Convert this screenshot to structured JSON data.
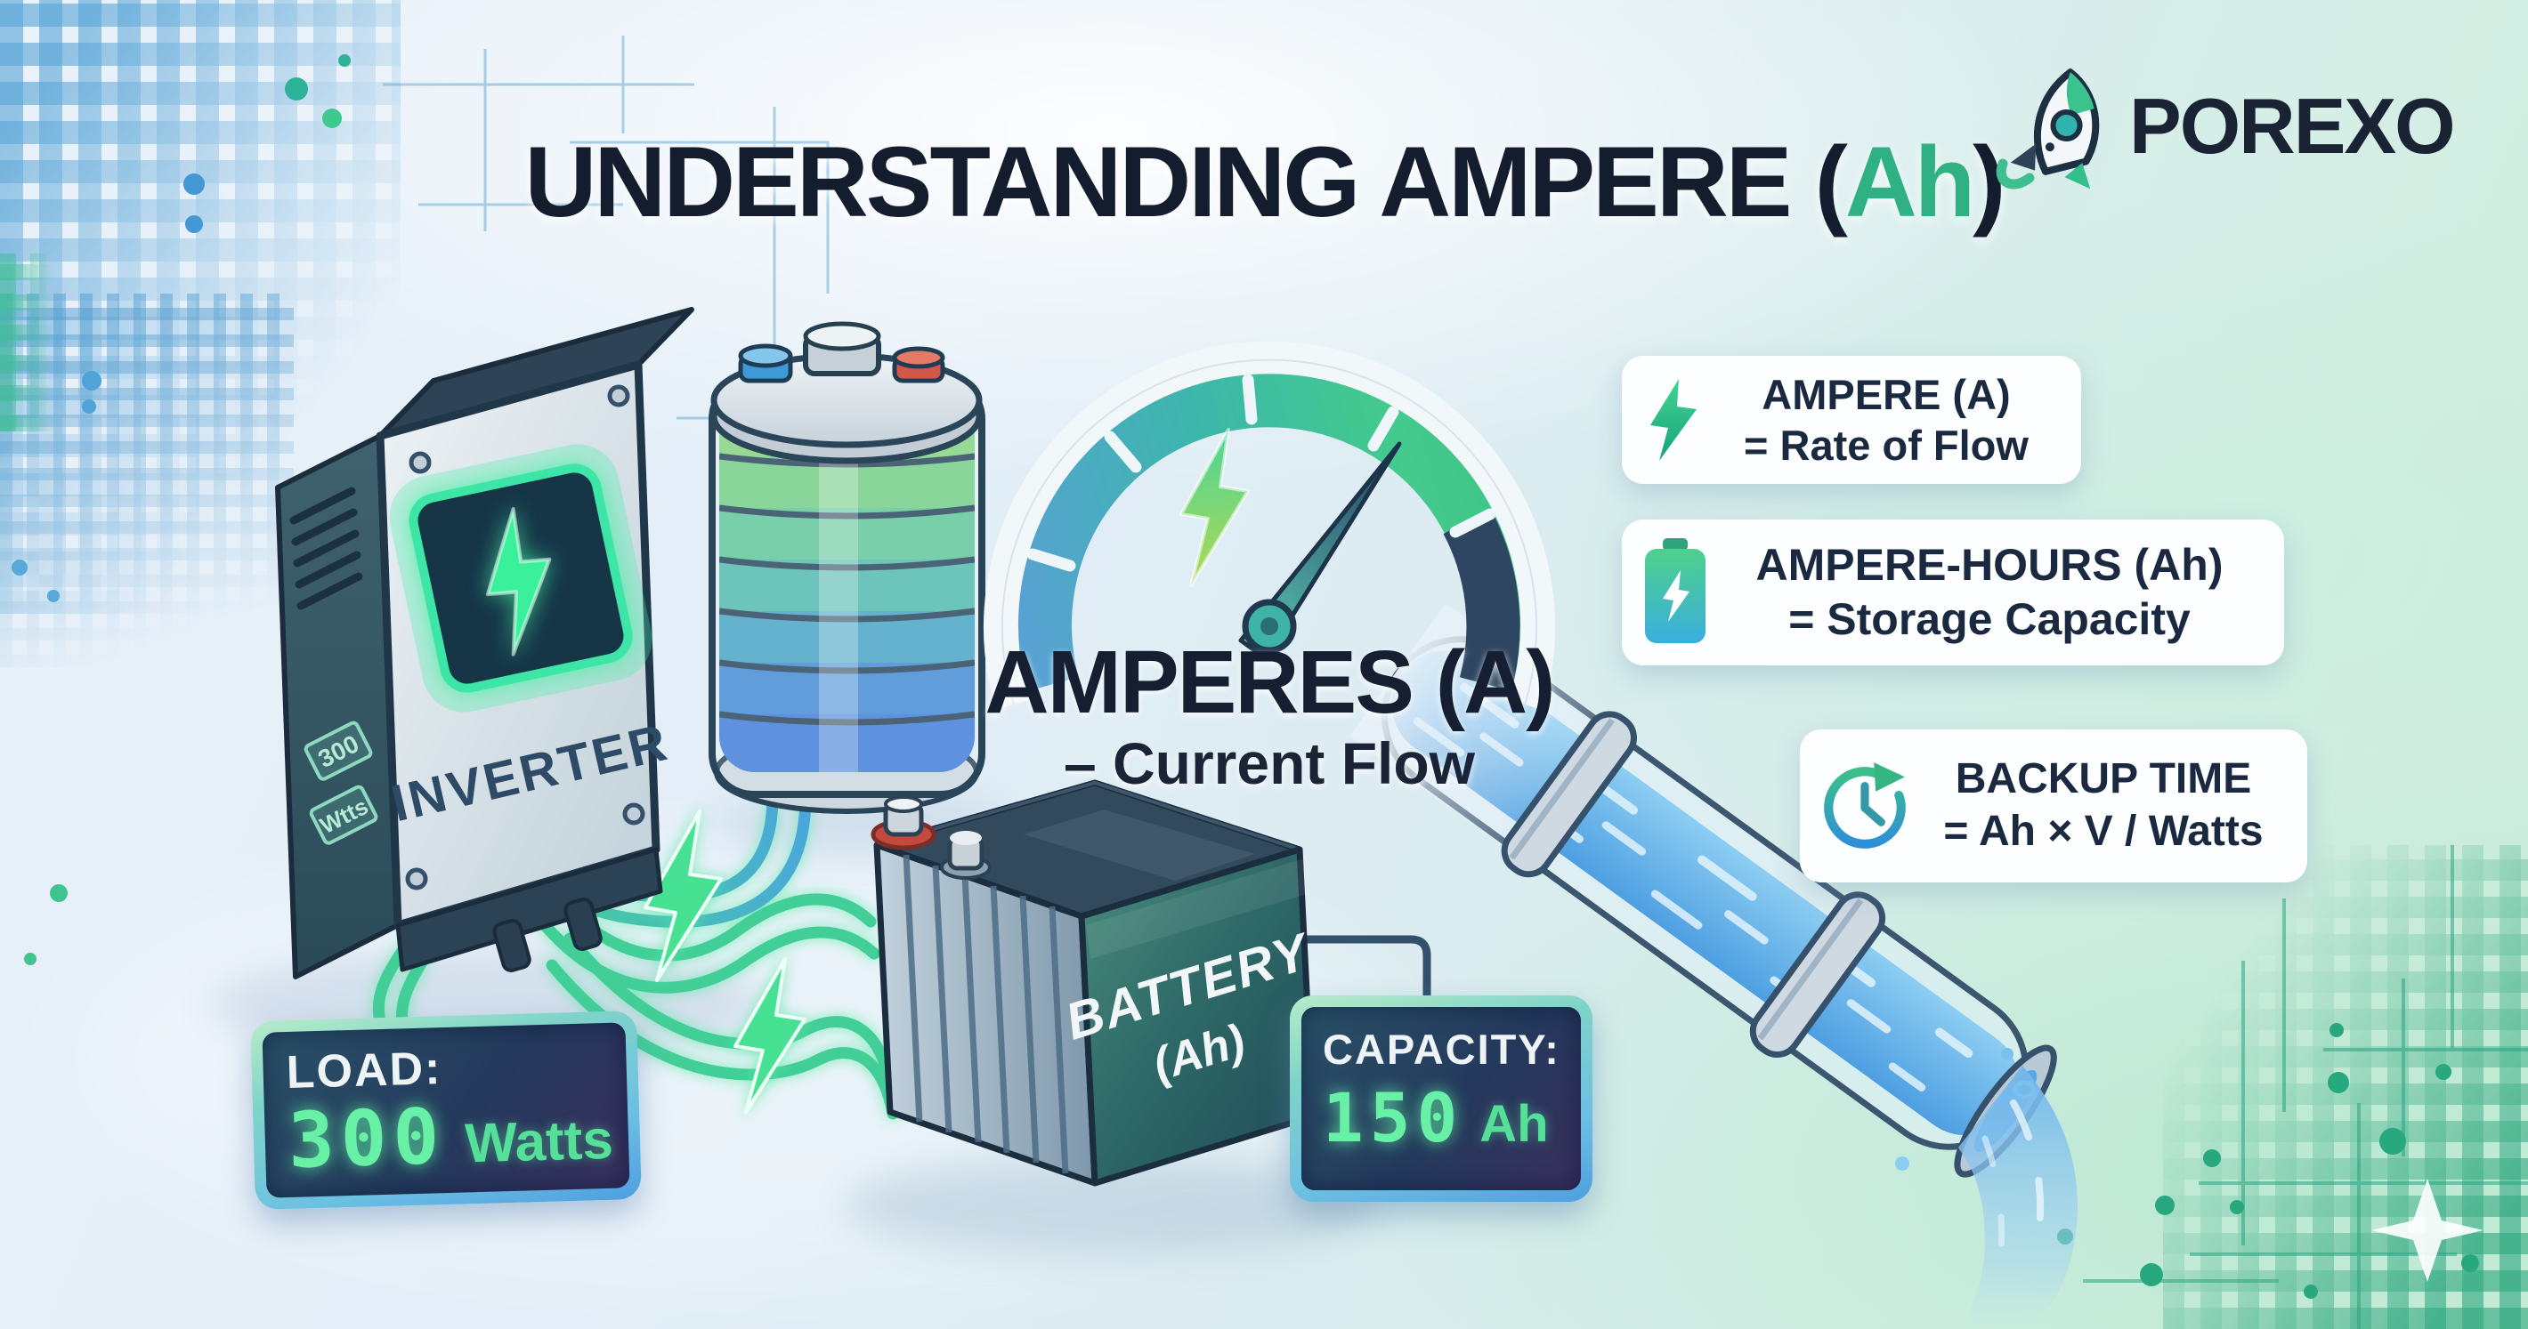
{
  "brand": {
    "name": "POREXO",
    "icon": "rocket-icon"
  },
  "title": {
    "part1": "UNDERSTANDING AMPERE (",
    "highlight": "Ah",
    "part2": ")"
  },
  "gauge": {
    "icon": "lightning-bolt-icon",
    "title": "AMPERES (A)",
    "subtitle": "– Current Flow"
  },
  "cards": [
    {
      "icon": "lightning-bolt-icon",
      "line1": "AMPERE (A)",
      "line2": "= Rate of Flow"
    },
    {
      "icon": "battery-icon",
      "line1": "AMPERE-HOURS (Ah)",
      "line2": "= Storage Capacity"
    },
    {
      "icon": "backup-clock-icon",
      "line1": "BACKUP TIME",
      "line2": "= Ah × V / Watts"
    }
  ],
  "inverter": {
    "label": "INVERTER",
    "side_labels": [
      "300",
      "Wtts"
    ]
  },
  "battery": {
    "label_line1": "BATTERY",
    "label_line2": "(Ah)"
  },
  "load_display": {
    "label": "LOAD:",
    "value": "300",
    "unit": "Watts"
  },
  "capacity_display": {
    "label": "CAPACITY:",
    "value": "150",
    "unit": "Ah"
  },
  "colors": {
    "accent_green": "#2fb183",
    "navy_text": "#141d2d",
    "lcd_green": "#67f0a6",
    "panel_navy": "#24395c",
    "water_blue": "#5fa9e4",
    "wire_green": "#43cf97",
    "gauge_blue": "#5b9fd8",
    "gauge_dark_segment": "#2e4662"
  }
}
